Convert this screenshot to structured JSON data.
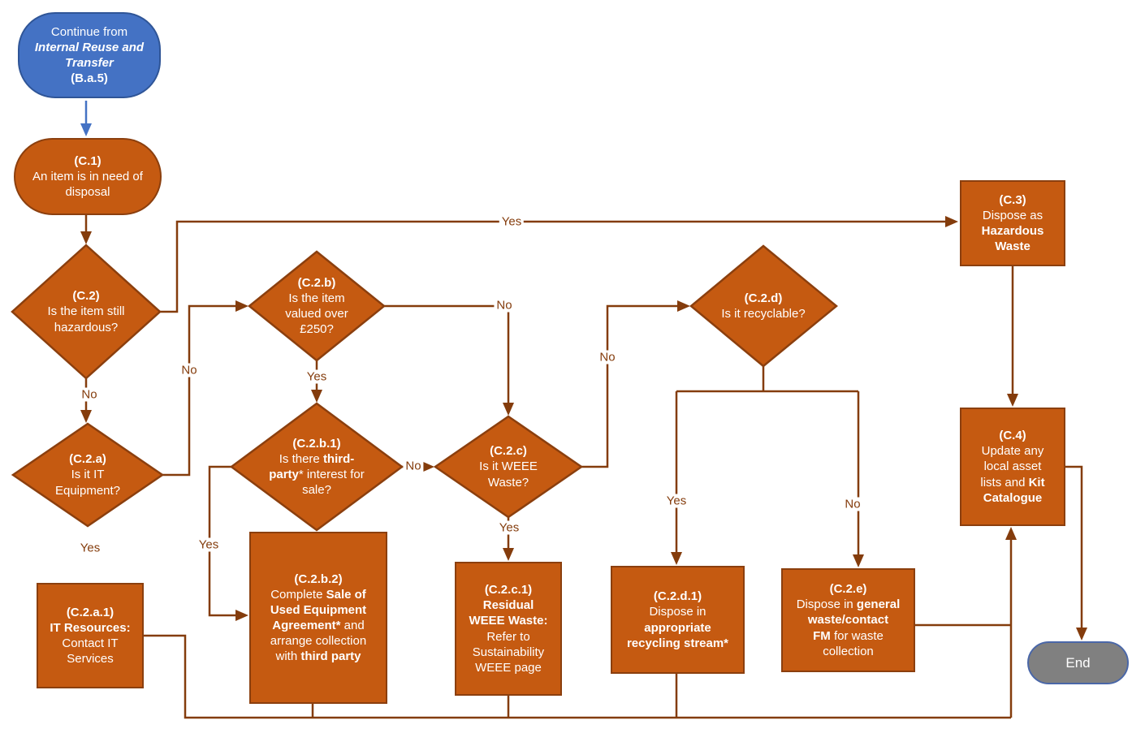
{
  "colors": {
    "node_fill": "#C55A11",
    "node_border": "#8B3F0E",
    "connector": "#843C0C",
    "start_fill": "#4472C4",
    "start_border": "#2F5597",
    "end_fill": "#808080",
    "end_border": "#4A67A8",
    "node_text": "#FFFFFF"
  },
  "nodes": {
    "start": {
      "lines": [
        [
          {
            "t": "Continue from"
          }
        ],
        [
          {
            "t": "Internal Reuse and",
            "b": 1,
            "i": 1
          }
        ],
        [
          {
            "t": "Transfer",
            "b": 1,
            "i": 1
          }
        ],
        [
          {
            "t": "(B.a.5)",
            "b": 1
          }
        ]
      ]
    },
    "c1": {
      "lines": [
        [
          {
            "t": "(C.1)",
            "b": 1
          }
        ],
        [
          {
            "t": "An item is in need of"
          }
        ],
        [
          {
            "t": "disposal"
          }
        ]
      ]
    },
    "c2": {
      "lines": [
        [
          {
            "t": "(C.2)",
            "b": 1
          }
        ],
        [
          {
            "t": "Is the item still"
          }
        ],
        [
          {
            "t": "hazardous?"
          }
        ]
      ]
    },
    "c2a": {
      "lines": [
        [
          {
            "t": "(C.2.a)",
            "b": 1
          }
        ],
        [
          {
            "t": "Is it IT"
          }
        ],
        [
          {
            "t": "Equipment?"
          }
        ]
      ]
    },
    "c2b": {
      "lines": [
        [
          {
            "t": "(C.2.b)",
            "b": 1
          }
        ],
        [
          {
            "t": "Is the item"
          }
        ],
        [
          {
            "t": "valued over"
          }
        ],
        [
          {
            "t": "£250?"
          }
        ]
      ]
    },
    "c2b1": {
      "lines": [
        [
          {
            "t": "(C.2.b.1)",
            "b": 1
          }
        ],
        [
          {
            "t": "Is there "
          },
          {
            "t": "third-",
            "b": 1
          }
        ],
        [
          {
            "t": "party",
            "b": 1
          },
          {
            "t": "* interest for"
          }
        ],
        [
          {
            "t": "sale?"
          }
        ]
      ]
    },
    "c2c": {
      "lines": [
        [
          {
            "t": "(C.2.c)",
            "b": 1
          }
        ],
        [
          {
            "t": "Is it WEEE"
          }
        ],
        [
          {
            "t": "Waste?"
          }
        ]
      ]
    },
    "c2d": {
      "lines": [
        [
          {
            "t": "(C.2.d)",
            "b": 1
          }
        ],
        [
          {
            "t": "Is it recyclable?"
          }
        ]
      ]
    },
    "c3": {
      "lines": [
        [
          {
            "t": "(C.3)",
            "b": 1
          }
        ],
        [
          {
            "t": "Dispose as"
          }
        ],
        [
          {
            "t": "Hazardous",
            "b": 1
          }
        ],
        [
          {
            "t": "Waste",
            "b": 1
          }
        ]
      ]
    },
    "c4": {
      "lines": [
        [
          {
            "t": "(C.4)",
            "b": 1
          }
        ],
        [
          {
            "t": "Update any"
          }
        ],
        [
          {
            "t": "local asset"
          }
        ],
        [
          {
            "t": "lists and "
          },
          {
            "t": "Kit",
            "b": 1
          }
        ],
        [
          {
            "t": "Catalogue",
            "b": 1
          }
        ]
      ]
    },
    "c2a1": {
      "lines": [
        [
          {
            "t": "(C.2.a.1)",
            "b": 1
          }
        ],
        [
          {
            "t": "IT Resources:",
            "b": 1
          }
        ],
        [
          {
            "t": "Contact IT"
          }
        ],
        [
          {
            "t": "Services"
          }
        ]
      ]
    },
    "c2b2": {
      "lines": [
        [
          {
            "t": "(C.2.b.2)",
            "b": 1
          }
        ],
        [
          {
            "t": "Complete "
          },
          {
            "t": "Sale of",
            "b": 1
          }
        ],
        [
          {
            "t": "Used Equipment",
            "b": 1
          }
        ],
        [
          {
            "t": "Agreement*",
            "b": 1
          },
          {
            "t": " and"
          }
        ],
        [
          {
            "t": "arrange collection"
          }
        ],
        [
          {
            "t": "with "
          },
          {
            "t": "third party",
            "b": 1
          }
        ]
      ]
    },
    "c2c1": {
      "lines": [
        [
          {
            "t": "(C.2.c.1)",
            "b": 1
          }
        ],
        [
          {
            "t": "Residual",
            "b": 1
          }
        ],
        [
          {
            "t": "WEEE Waste:",
            "b": 1
          }
        ],
        [
          {
            "t": "Refer to"
          }
        ],
        [
          {
            "t": "Sustainability"
          }
        ],
        [
          {
            "t": "WEEE page"
          }
        ]
      ]
    },
    "c2d1": {
      "lines": [
        [
          {
            "t": "(C.2.d.1)",
            "b": 1
          }
        ],
        [
          {
            "t": "Dispose in"
          }
        ],
        [
          {
            "t": "appropriate",
            "b": 1
          }
        ],
        [
          {
            "t": "recycling stream*",
            "b": 1
          }
        ]
      ]
    },
    "c2e": {
      "lines": [
        [
          {
            "t": "(C.2.e)",
            "b": 1
          }
        ],
        [
          {
            "t": "Dispose in "
          },
          {
            "t": "general",
            "b": 1
          }
        ],
        [
          {
            "t": "waste/contact",
            "b": 1
          }
        ],
        [
          {
            "t": "FM",
            "b": 1
          },
          {
            "t": " for waste"
          }
        ],
        [
          {
            "t": "collection"
          }
        ]
      ]
    },
    "end": {
      "lines": [
        [
          {
            "t": "End"
          }
        ]
      ]
    }
  },
  "edge_labels": {
    "c2_yes": "Yes",
    "c2_no": "No",
    "c2a_no": "No",
    "c2a_yes": "Yes",
    "c2b_yes": "Yes",
    "c2b_no": "No",
    "c2b1_yes": "Yes",
    "c2b1_no": "No",
    "c2c_yes": "Yes",
    "c2c_no": "No",
    "c2d_yes": "Yes",
    "c2d_no": "No"
  }
}
